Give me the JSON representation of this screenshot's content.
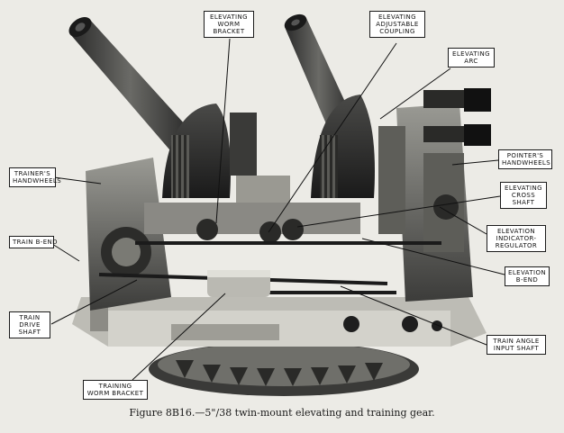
{
  "labels": {
    "elevating_worm_bracket": [
      "ELEVATING",
      "WORM",
      "BRACKET"
    ],
    "elevating_adjustable_coupling": [
      "ELEVATING",
      "ADJUSTABLE",
      "COUPLING"
    ],
    "elevating_arc": [
      "ELEVATING",
      "ARC"
    ],
    "trainers_handwheels": [
      "TRAINER'S",
      "HANDWHEELS"
    ],
    "pointers_handwheels": [
      "POINTER'S",
      "HANDWHEELS"
    ],
    "elevating_cross_shaft": [
      "ELEVATING",
      "CROSS",
      "SHAFT"
    ],
    "train_b_end": [
      "TRAIN B-END"
    ],
    "elevation_indicator_regulator": [
      "ELEVATION",
      "INDICATOR-",
      "REGULATOR"
    ],
    "elevation_b_end": [
      "ELEVATION",
      "B-END"
    ],
    "train_drive_shaft": [
      "TRAIN",
      "DRIVE",
      "SHAFT"
    ],
    "train_angle_input_shaft": [
      "TRAIN ANGLE",
      "INPUT SHAFT"
    ],
    "training_worm_bracket": [
      "TRAINING",
      "WORM BRACKET"
    ]
  },
  "caption": "Figure 8B16.—5\"/38 twin-mount elevating and training gear."
}
